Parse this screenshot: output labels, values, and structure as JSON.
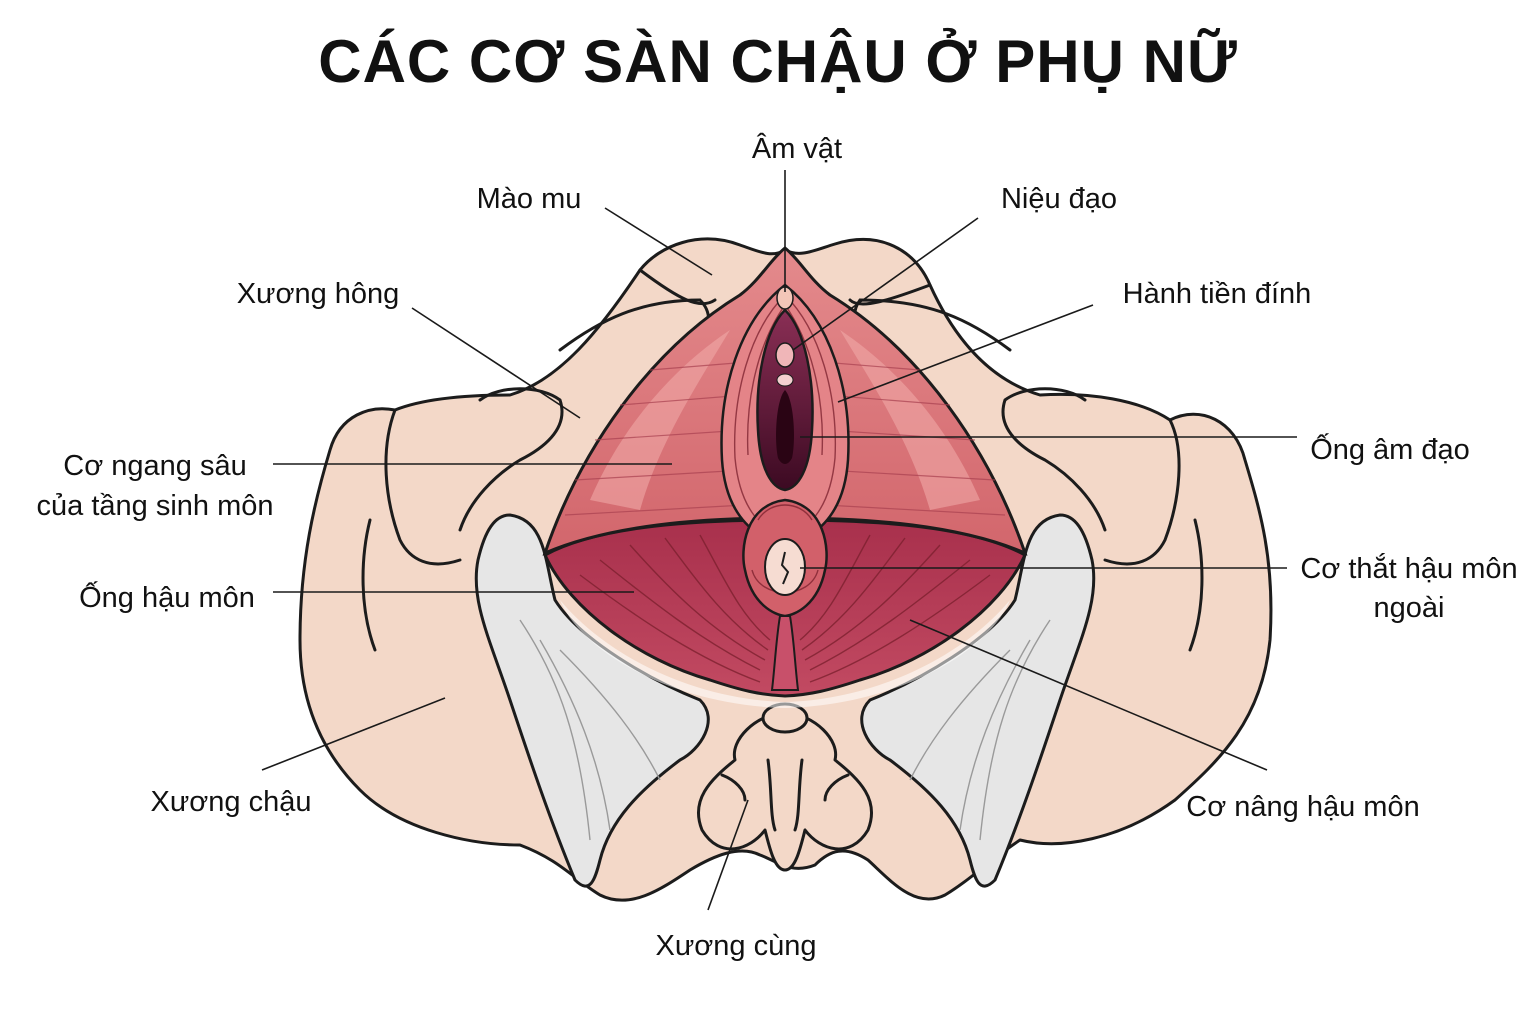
{
  "title": "CÁC CƠ SÀN CHẬU Ở PHỤ NỮ",
  "labels": {
    "am_vat": "Âm vật",
    "mao_mu": "Mào mu",
    "nieu_dao": "Niệu đạo",
    "xuong_hong": "Xương hông",
    "hanh_tien_dinh": "Hành tiền đính",
    "co_ngang_sau_1": "Cơ ngang sâu",
    "co_ngang_sau_2": "của tầng sinh môn",
    "ong_am_dao": "Ống âm đạo",
    "ong_hau_mon": "Ống hậu môn",
    "co_that_1": "Cơ thắt hậu môn",
    "co_that_2": "ngoài",
    "xuong_chau": "Xương chậu",
    "co_nang": "Cơ nâng hậu môn",
    "xuong_cung": "Xương cùng"
  },
  "colors": {
    "bone": "#f3d8c8",
    "ligament": "#e6e6e6",
    "muscle_upper": "#d96f74",
    "muscle_lower": "#b43a55",
    "vaginal_canal": "#5a1030"
  }
}
